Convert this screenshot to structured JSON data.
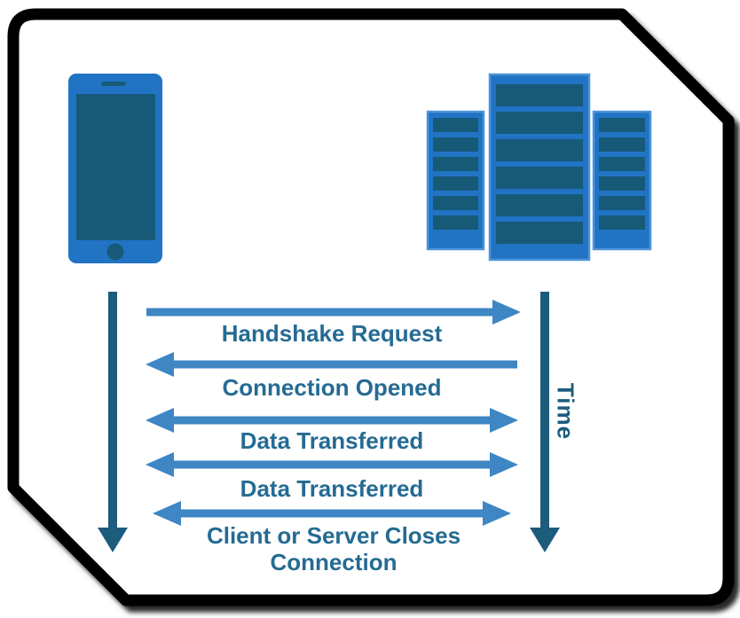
{
  "diagram": {
    "title_semantic": "websocket-connection-lifecycle",
    "icons": {
      "client": "smartphone-icon",
      "server": "server-rack-icon"
    },
    "time_axis": {
      "label": "Time"
    },
    "messages": [
      {
        "label": "Handshake Request",
        "direction": "client-to-server"
      },
      {
        "label": "Connection Opened",
        "direction": "server-to-client"
      },
      {
        "label": "Data Transferred",
        "direction": "bidirectional"
      },
      {
        "label": "Data Transferred",
        "direction": "bidirectional"
      },
      {
        "label": "Client or Server Closes Connection",
        "direction": "bidirectional"
      }
    ],
    "colors": {
      "page_fill": "#ffffff",
      "page_border": "#000000",
      "device_blue": "#2173C4",
      "device_dark": "#175A78",
      "tower_outline": "#4D94D9",
      "message_arrow_blue": "#3E86C4",
      "timeline_teal": "#1D5C7D",
      "label_teal": "#256B93"
    }
  }
}
